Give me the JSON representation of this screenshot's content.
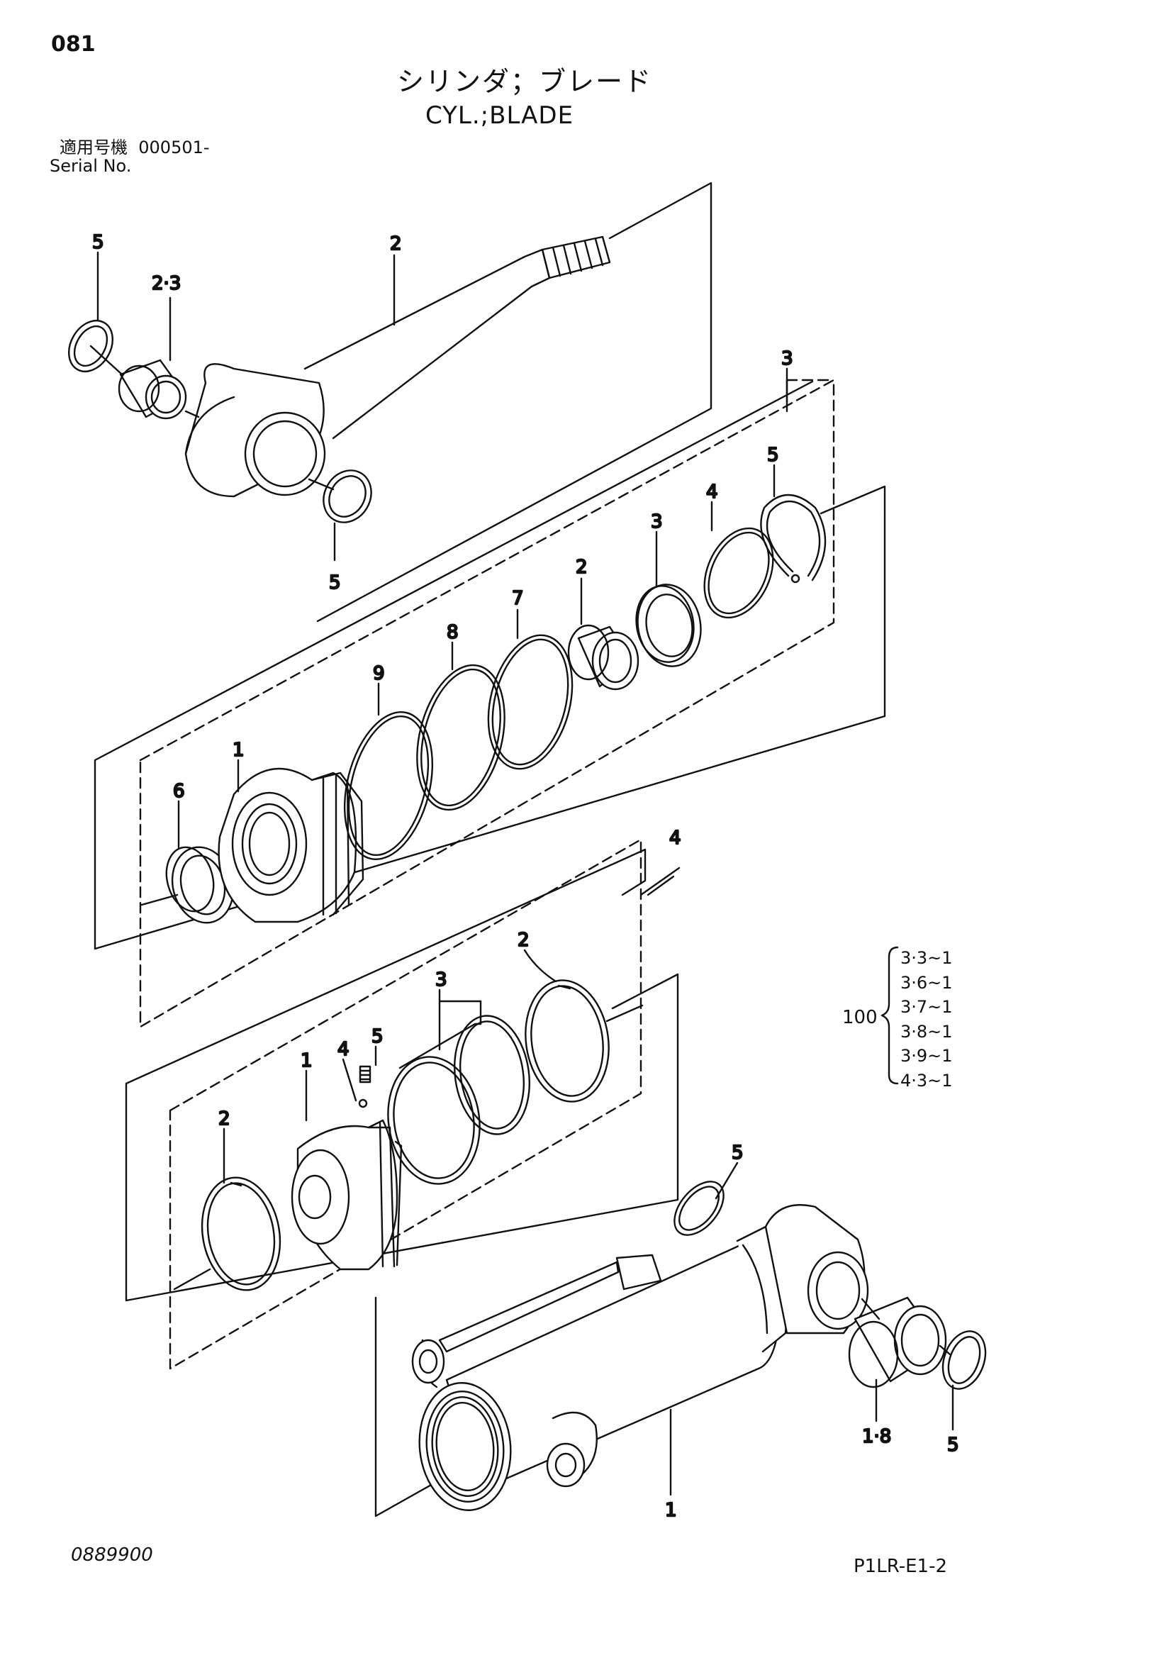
{
  "header": {
    "page_number": "081",
    "title_ja": "シリンダ；ブレード",
    "title_en": "CYL.;BLADE",
    "serial_label_ja": "適用号機",
    "serial_value": "000501-",
    "serial_label_en": "Serial No."
  },
  "footer": {
    "doc_code": "0889900",
    "drawing_code": "P1LR-E1-2"
  },
  "kit": {
    "number": "100",
    "items": [
      "3·3~1",
      "3·6~1",
      "3·7~1",
      "3·8~1",
      "3·9~1",
      "4·3~1"
    ]
  },
  "callouts": {
    "rod_bushing_wiper": "5",
    "rod_bushing": "2·3",
    "rod": "2",
    "rod_wiper_bottom": "5",
    "head_assembly": "3",
    "head_retaining_ring": "5",
    "head_backup_ring": "4",
    "head_rod_seal": "3",
    "head_bushing": "2",
    "head_oring_a": "7",
    "head_oring_b": "8",
    "head_oring_c": "9",
    "head_body": "1",
    "head_dust_seal": "6",
    "piston_assembly": "4",
    "piston_wear_ring": "2",
    "piston_seal": "3",
    "piston_set_screw": "5",
    "piston_steel_ball": "4",
    "piston_body": "1",
    "piston_wear_ring_left": "2",
    "tube_wiper_top": "5",
    "tube_bushing": "1·8",
    "tube_wiper_right": "5",
    "tube": "1"
  }
}
